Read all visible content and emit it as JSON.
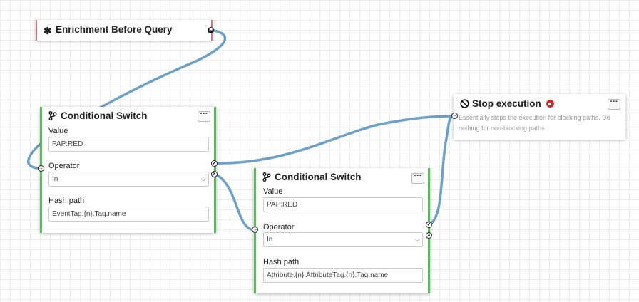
{
  "nodes": {
    "enrichment": {
      "title": "Enrichment Before Query",
      "icon": "asterisk-icon"
    },
    "switch_a": {
      "title": "Conditional Switch",
      "icon": "branch-icon",
      "value_label": "Value",
      "value": "PAP:RED",
      "operator_label": "Operator",
      "operator": "In",
      "hash_label": "Hash path",
      "hash": "EventTag.{n}.Tag.name",
      "more_label": "···"
    },
    "switch_b": {
      "title": "Conditional Switch",
      "icon": "branch-icon",
      "value_label": "Value",
      "value": "PAP:RED",
      "operator_label": "Operator",
      "operator": "In",
      "hash_label": "Hash path",
      "hash": "Attribute.{n}.AttributeTag.{n}.Tag.name",
      "more_label": "···"
    },
    "stop": {
      "title": "Stop execution",
      "icon": "ban-icon",
      "badge_icon": "stop-icon",
      "description": "Essentially stops the execution for blocking paths. Do nothing for non-blocking paths",
      "more_label": "···"
    }
  },
  "colors": {
    "wire": "#6e9fc6",
    "switch_border": "#5cb85c",
    "start_border": "#c87a85",
    "stop_badge": "#c9302c"
  }
}
